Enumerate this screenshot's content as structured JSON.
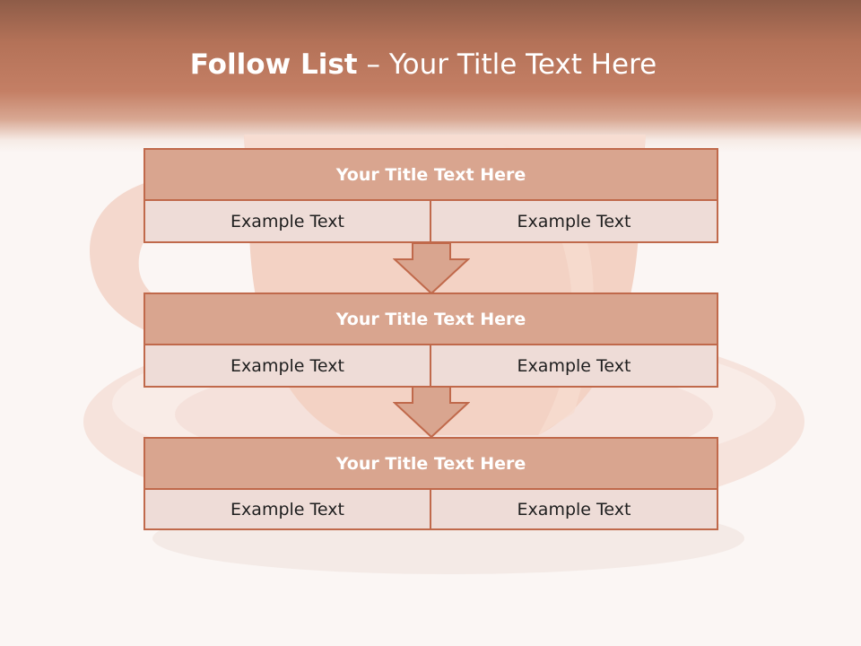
{
  "slide": {
    "title_bold": "Follow List",
    "title_rest": " – Your Title Text Here"
  },
  "blocks": [
    {
      "title": "Your Title Text Here",
      "left_text": "Example Text",
      "right_text": "Example Text"
    },
    {
      "title": "Your Title Text Here",
      "left_text": "Example Text",
      "right_text": "Example Text"
    },
    {
      "title": "Your Title Text Here",
      "left_text": "Example Text",
      "right_text": "Example Text"
    }
  ],
  "colors": {
    "header_top": "#8e5c48",
    "header_mid": "#c47f65",
    "block_title_fill": "#d9a58f",
    "block_cell_fill": "#eedcd7",
    "border": "#c0694b",
    "background": "#fbf6f4"
  },
  "icons": [
    "down-arrow-icon",
    "down-arrow-icon"
  ]
}
